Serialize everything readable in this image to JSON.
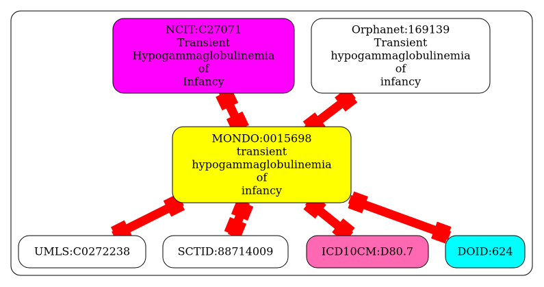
{
  "colors": {
    "edge": "#ff0000",
    "stroke": "#000000",
    "cluster_bg": "#ffffff"
  },
  "nodes": {
    "ncit": {
      "lines": [
        "NCIT:C27071",
        "Transient",
        "Hypogammaglobulinemia",
        "of",
        "Infancy"
      ],
      "fill": "#ff00ff"
    },
    "orphanet": {
      "lines": [
        "Orphanet:169139",
        "Transient",
        "hypogammaglobulinemia",
        "of",
        "infancy"
      ],
      "fill": "#ffffff"
    },
    "mondo": {
      "lines": [
        "MONDO:0015698",
        "transient",
        "hypogammaglobulinemia",
        "of",
        "infancy"
      ],
      "fill": "#ffff00"
    },
    "umls": {
      "lines": [
        "UMLS:C0272238"
      ],
      "fill": "#ffffff"
    },
    "sctid": {
      "lines": [
        "SCTID:88714009"
      ],
      "fill": "#ffffff"
    },
    "icd10cm": {
      "lines": [
        "ICD10CM:D80.7"
      ],
      "fill": "#ff69b4"
    },
    "doid": {
      "lines": [
        "DOID:624"
      ],
      "fill": "#00ffff"
    }
  },
  "edges": [
    {
      "from": "ncit",
      "to": "mondo"
    },
    {
      "from": "orphanet",
      "to": "mondo"
    },
    {
      "from": "mondo",
      "to": "umls"
    },
    {
      "from": "mondo",
      "to": "sctid"
    },
    {
      "from": "mondo",
      "to": "icd10cm"
    },
    {
      "from": "mondo",
      "to": "doid"
    }
  ]
}
